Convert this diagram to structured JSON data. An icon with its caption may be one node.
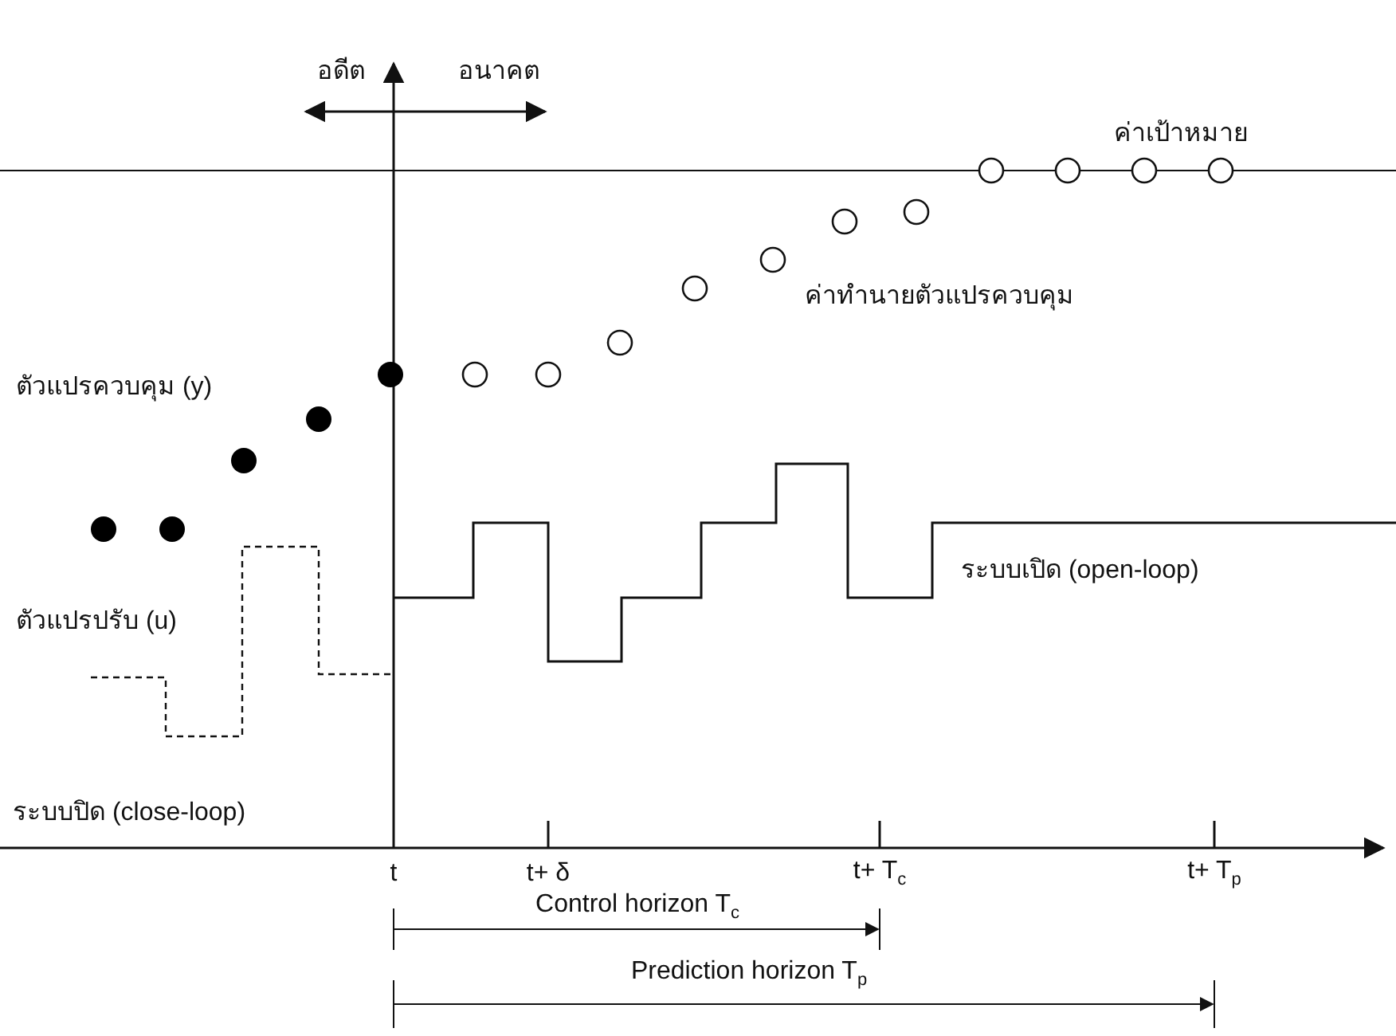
{
  "diagram": {
    "labels": [
      "อดีต",
      "อนาคต",
      "ค่าเป้าหมาย",
      "ค่าทำนายตัวแปรควบคุม",
      "ตัวแปรควบคุม (y)",
      "ระบบเปิด (open-loop)",
      "ตัวแปรปรับ (u)",
      "ระบบปิด (close-loop)",
      "t",
      "t+ δ",
      "t+ T$_{c}$",
      "t+ T$_{p}$",
      "Control horizon T$_{c}$",
      "Prediction horizon T$_{p}$"
    ]
  }
}
